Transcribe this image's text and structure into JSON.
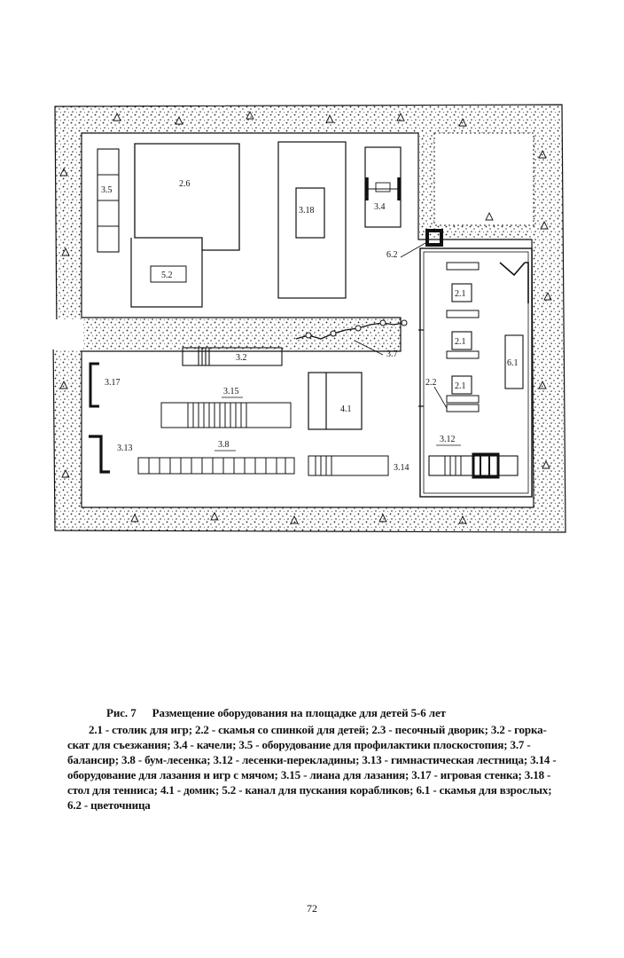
{
  "figure": {
    "number": "Рис. 7",
    "title": "Размещение оборудования на площадке для детей 5-6 лет",
    "legend": "2.1 - столик для игр; 2.2 - скамья со спинкой для детей; 2.3 - песочный дворик; 3.2 - горка-скат для съезжания; 3.4 - качели; 3.5 - оборудование для профилактики плоскостопия; 3.7 - балансир; 3.8 - бум-лесенка; 3.12 - лесенки-перекладины; 3.13 - гимнастическая лестница; 3.14 - оборудование для лазания и игр с мячом; 3.15 - лиана для лазания; 3.17 - игровая стенка; 3.18 - стол для тенниса; 4.1 - домик; 5.2 - канал для пускания корабликов; 6.1 - скамья для взрослых; 6.2 - цветочница"
  },
  "plan_labels": {
    "l_3_5": "3.5",
    "l_2_6": "2.6",
    "l_3_18": "3.18",
    "l_3_4": "3.4",
    "l_6_2": "6.2",
    "l_5_2": "5.2",
    "l_2_1": "2.1",
    "l_3_7": "3.7",
    "l_3_2": "3.2",
    "l_3_17": "3.17",
    "l_3_15": "3.15",
    "l_4_1": "4.1",
    "l_6_1": "6.1",
    "l_2_2": "2.2",
    "l_3_13": "3.13",
    "l_3_8": "3.8",
    "l_3_14": "3.14",
    "l_3_12": "3.12"
  },
  "page": {
    "number": "72"
  }
}
